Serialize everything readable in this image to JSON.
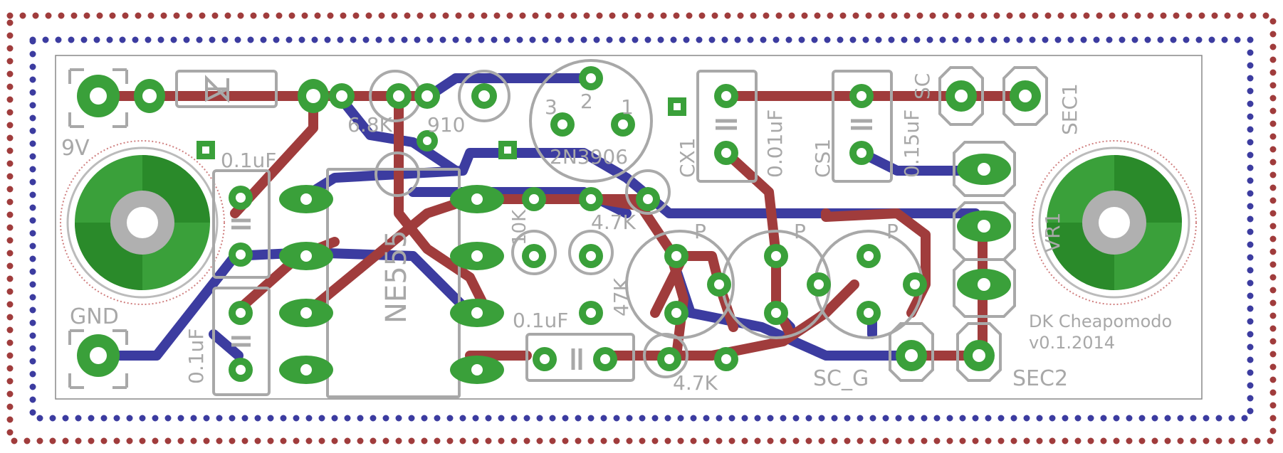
{
  "colors": {
    "background": "#ffffff",
    "top_layer": "#a03c3c",
    "bottom_layer": "#3c3ca0",
    "pad_copper": "#3aa03a",
    "pad_highlight": "#2a8a2a",
    "silkscreen": "#a8a8a8"
  },
  "labels": {
    "power_9v": "9V",
    "ground": "GND",
    "res_6_8k": "6.8K",
    "res_910": "910",
    "transistor": "2N3906",
    "pin3": "3",
    "pin2": "2",
    "pin1": "1",
    "cap_0_1uf_top": "0.1uF",
    "cap_0_01uf": "0.01uF",
    "cap_0_15uf": "0.15uF",
    "cx1": "CX1",
    "cs1": "CS1",
    "sc": "SC",
    "sec1": "SEC1",
    "ne555": "NE555",
    "res_10k": "10K",
    "res_4_7k_upper": "4.7K",
    "res_4_7k_lower": "4.7K",
    "res_47k": "47K",
    "cap_0_1uf_mid": "0.1uF",
    "cap_0_1uf_left": "0.1uF",
    "p1": "P",
    "p2": "P",
    "p3": "P",
    "vr": "VR1",
    "title": "DK Cheapomodo",
    "version": "v0.1.2014",
    "sc_g": "SC_G",
    "sec2": "SEC2"
  }
}
